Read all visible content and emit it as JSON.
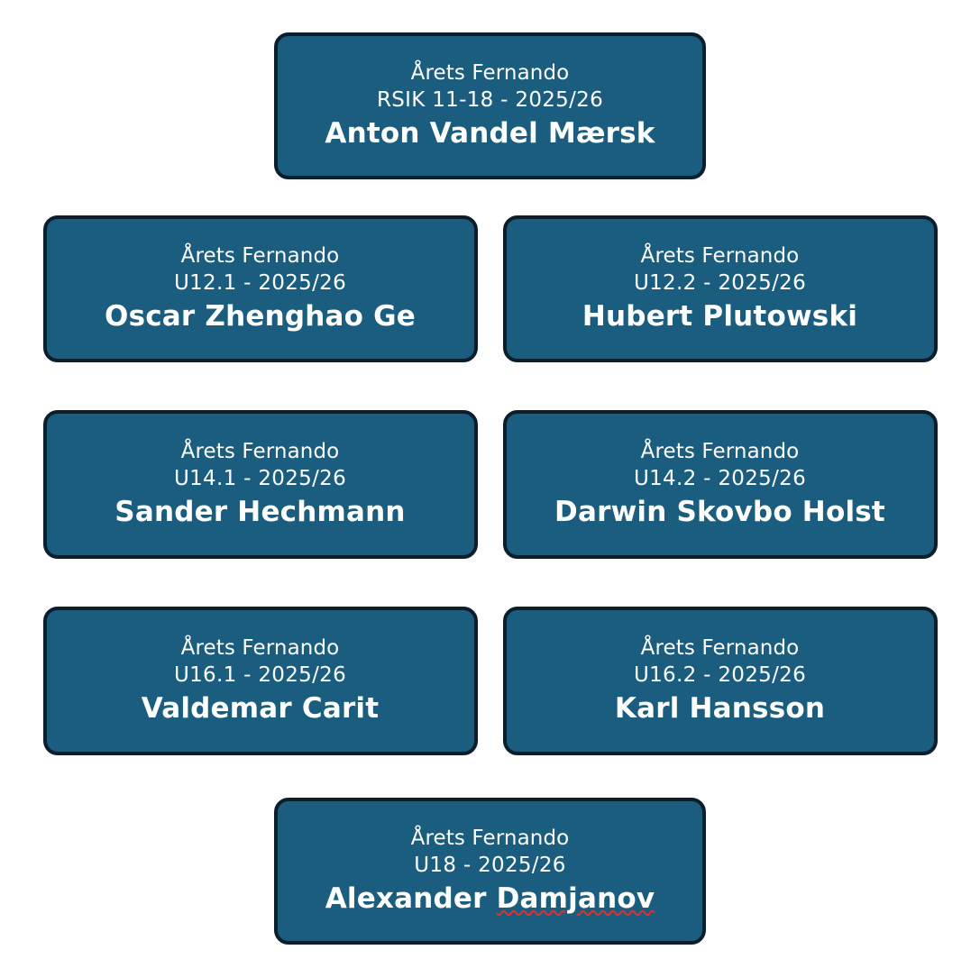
{
  "page": {
    "background_color": "#ffffff",
    "card_fill_color": "#1a5d7e",
    "card_border_color": "#0c1e2c",
    "card_text_color": "#ffffff",
    "spellcheck_underline_color": "#e03030"
  },
  "rows": [
    {
      "layout": "single",
      "cards": [
        {
          "award": "Årets Fernando",
          "team": "RSIK 11-18 - 2025/26",
          "name": "Anton Vandel Mærsk",
          "misspelled": false
        }
      ]
    },
    {
      "layout": "pair",
      "cards": [
        {
          "award": "Årets Fernando",
          "team": "U12.1 - 2025/26",
          "name": "Oscar Zhenghao Ge",
          "misspelled": false
        },
        {
          "award": "Årets Fernando",
          "team": "U12.2 - 2025/26",
          "name": "Hubert Plutowski",
          "misspelled": false
        }
      ]
    },
    {
      "layout": "pair",
      "cards": [
        {
          "award": "Årets Fernando",
          "team": "U14.1 - 2025/26",
          "name": "Sander Hechmann",
          "misspelled": false
        },
        {
          "award": "Årets Fernando",
          "team": "U14.2 - 2025/26",
          "name": "Darwin Skovbo Holst",
          "misspelled": false
        }
      ]
    },
    {
      "layout": "pair",
      "cards": [
        {
          "award": "Årets Fernando",
          "team": "U16.1 - 2025/26",
          "name": "Valdemar Carit",
          "misspelled": false
        },
        {
          "award": "Årets Fernando",
          "team": "U16.2 - 2025/26",
          "name": "Karl Hansson",
          "misspelled": false
        }
      ]
    },
    {
      "layout": "single",
      "cards": [
        {
          "award": "Årets Fernando",
          "team": "U18 - 2025/26",
          "name_prefix": "Alexander ",
          "name_flagged": "Damjanov",
          "name": "Alexander Damjanov",
          "misspelled": true
        }
      ]
    }
  ]
}
